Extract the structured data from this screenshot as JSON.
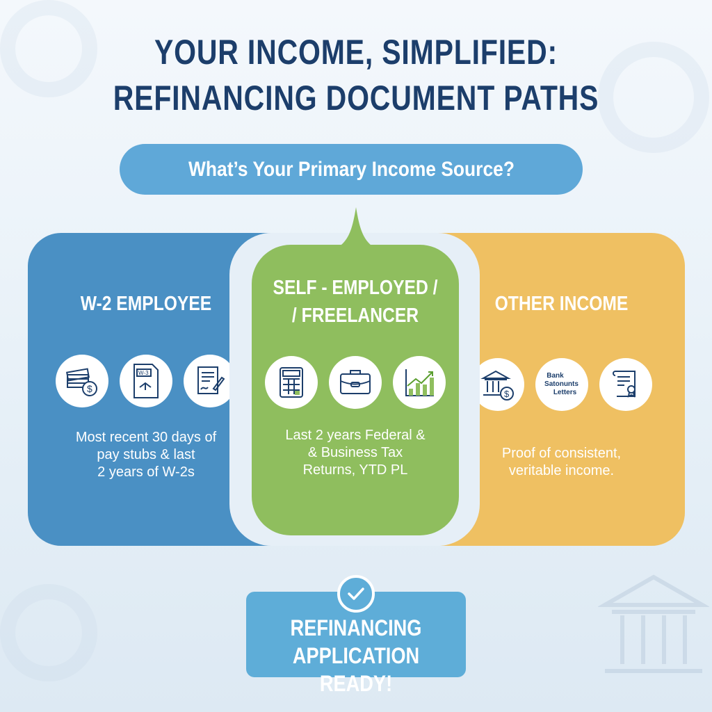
{
  "title": {
    "line1": "YOUR INCOME, SIMPLIFIED:",
    "line2": "REFINANCING DOCUMENT PATHS"
  },
  "question": "What’s Your Primary Income Source?",
  "paths": [
    {
      "heading": [
        "W-2 EMPLOYEE"
      ],
      "icons": [
        "cash-stack-icon",
        "w2-form-icon",
        "signed-document-icon"
      ],
      "w2_label": "W-3",
      "description": [
        "Most recent 30 days of",
        "pay stubs & last",
        "2 years of W-2s"
      ],
      "color": "#4a90c4"
    },
    {
      "heading": [
        "SELF - EMPLOYED /",
        "/ FREELANCER"
      ],
      "icons": [
        "calculator-icon",
        "briefcase-icon",
        "growth-chart-icon"
      ],
      "description": [
        "Last 2 years Federal &",
        "& Business Tax",
        "Returns, YTD PL"
      ],
      "color": "#8fbe5e"
    },
    {
      "heading": [
        "OTHER INCOME"
      ],
      "icons": [
        "bank-icon",
        "bank-statements-text-icon",
        "certificate-icon"
      ],
      "icon_text": [
        "Bank",
        "Satonunts",
        "Letters"
      ],
      "description": [
        "Proof of consistent,",
        "veritable income."
      ],
      "color": "#efc062"
    }
  ],
  "result": {
    "line1": "REFINANCING",
    "line2": "APPLICATION READY!",
    "icon": "checkmark-icon"
  },
  "colors": {
    "title": "#1c3e6b",
    "pill": "#5fa8d8",
    "result": "#5eadd8"
  }
}
